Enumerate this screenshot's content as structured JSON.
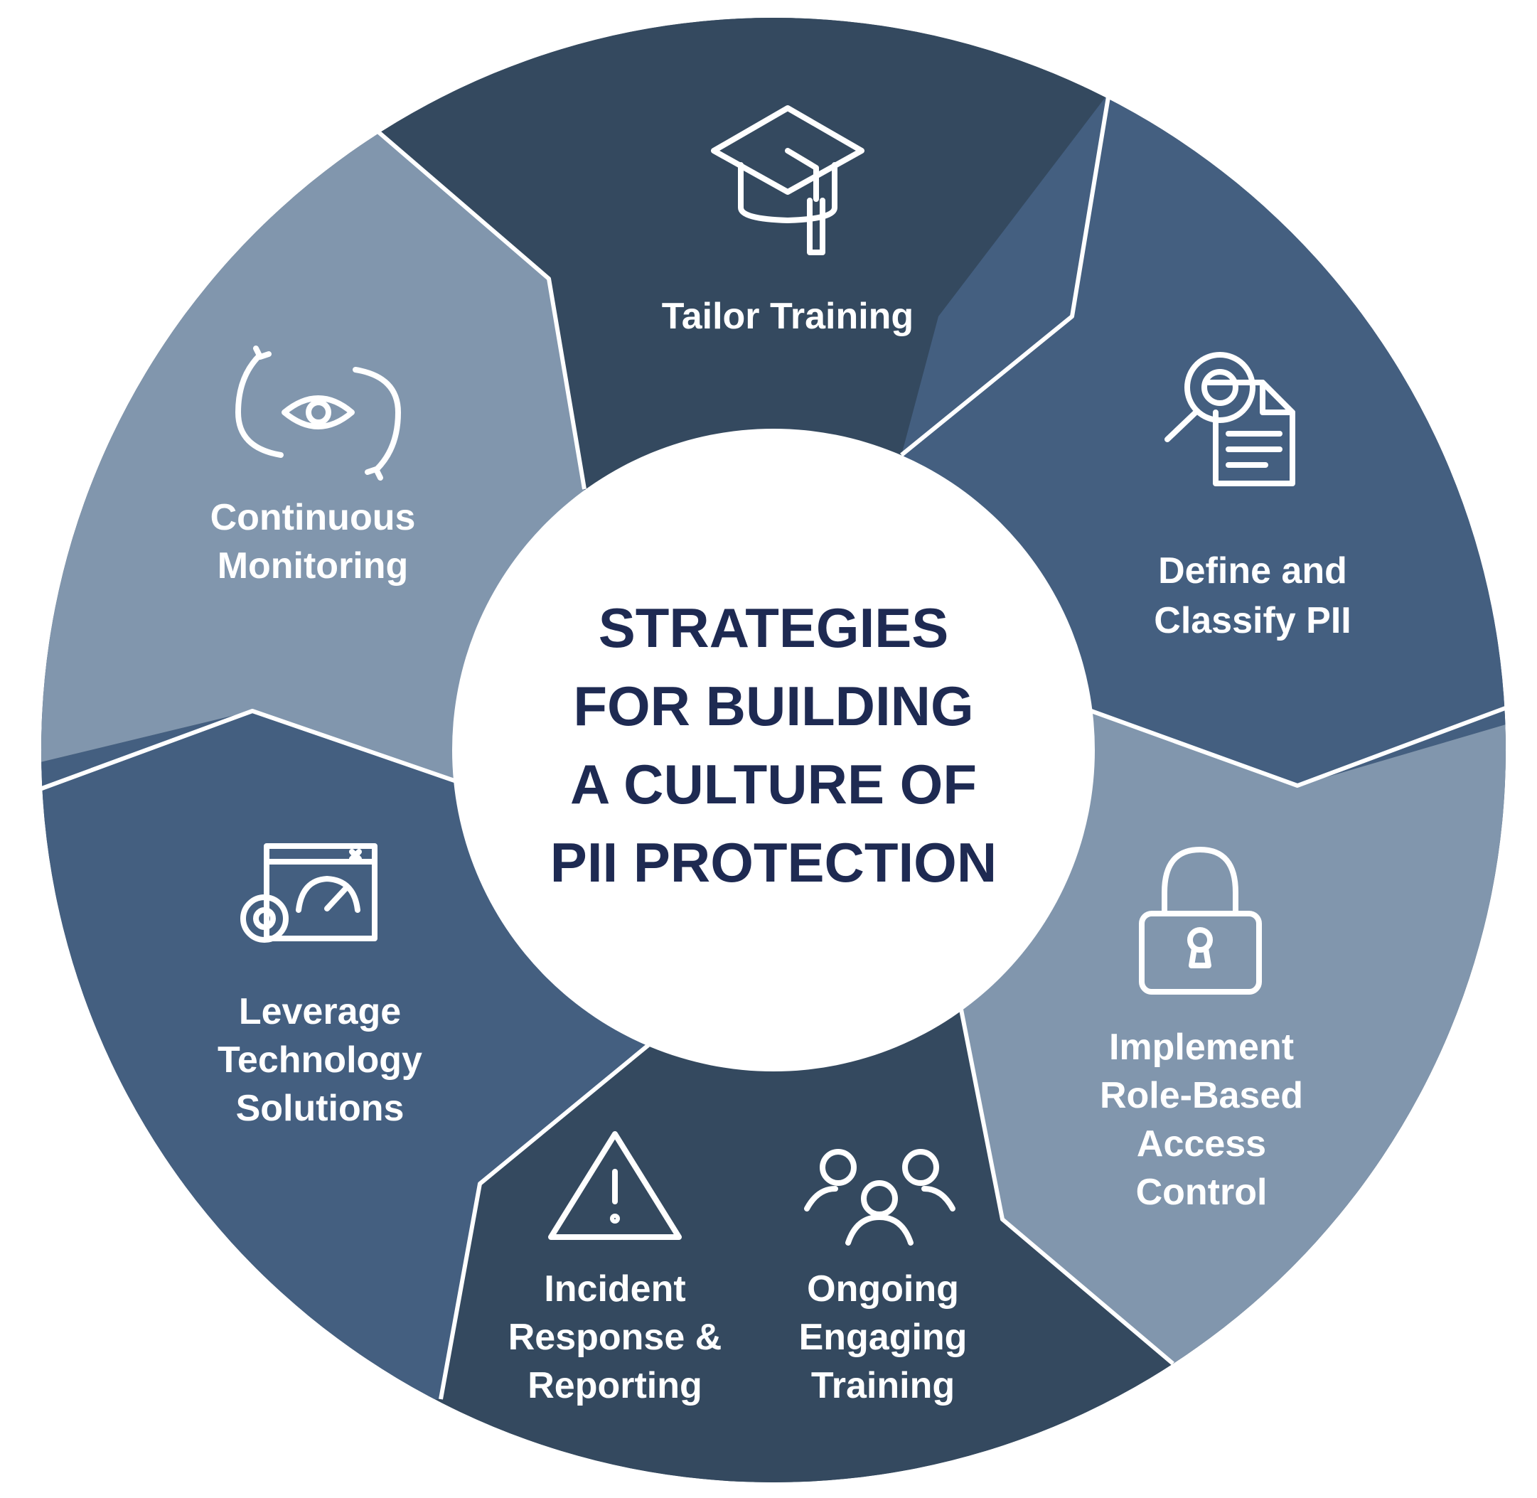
{
  "center_title": {
    "lines": [
      "STRATEGIES",
      "FOR BUILDING",
      "A CULTURE OF",
      "PII PROTECTION"
    ]
  },
  "colors": {
    "dark": "#34495f",
    "medium": "#445f80",
    "light": "#8196ad",
    "title": "#1e2a52",
    "divider": "#ffffff"
  },
  "segments": [
    {
      "key": "tailor-training",
      "lines": [
        "Tailor Training"
      ],
      "icon": "graduation-cap-icon",
      "tone": "dark"
    },
    {
      "key": "define-classify",
      "lines": [
        "Define and",
        "Classify PII"
      ],
      "icon": "search-document-icon",
      "tone": "medium"
    },
    {
      "key": "role-based-access",
      "lines": [
        "Implement",
        "Role-Based",
        "Access",
        "Control"
      ],
      "icon": "padlock-icon",
      "tone": "light"
    },
    {
      "key": "incident-response",
      "lines": [
        "Incident",
        "Response &",
        "Reporting"
      ],
      "icon": "warning-triangle-icon",
      "tone": "dark"
    },
    {
      "key": "ongoing-training",
      "lines": [
        "Ongoing",
        "Engaging",
        "Training"
      ],
      "icon": "people-group-icon",
      "tone": "dark"
    },
    {
      "key": "leverage-technology",
      "lines": [
        "Leverage",
        "Technology",
        "Solutions"
      ],
      "icon": "dashboard-gear-icon",
      "tone": "medium"
    },
    {
      "key": "continuous-monitoring",
      "lines": [
        "Continuous",
        "Monitoring"
      ],
      "icon": "eye-cycle-icon",
      "tone": "light"
    }
  ]
}
